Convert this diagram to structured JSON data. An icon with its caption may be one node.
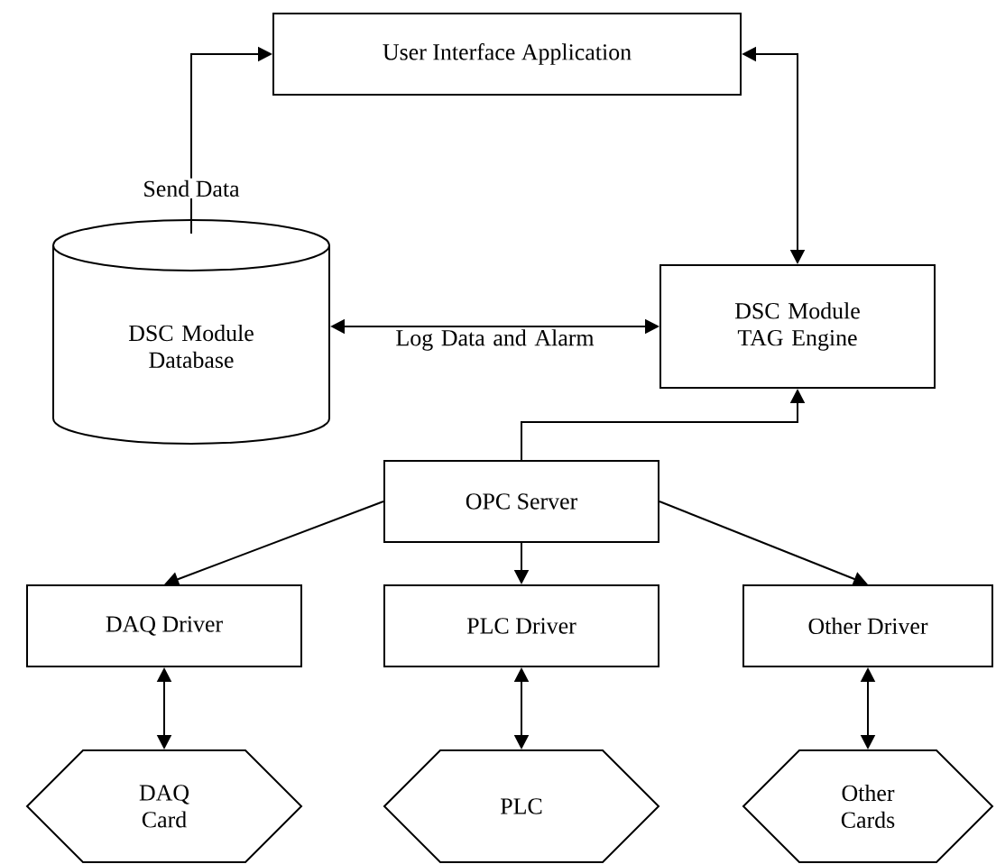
{
  "diagram": {
    "nodes": [
      {
        "text": [
          "User Interface Application"
        ]
      },
      {
        "text": [
          "DSC Module Database"
        ]
      },
      {
        "text": [
          "DSC Module TAG Engine"
        ]
      },
      {
        "text": [
          "OPC Server"
        ]
      },
      {
        "text": [
          "DAQ Driver"
        ]
      },
      {
        "text": [
          "PLC Driver"
        ]
      },
      {
        "text": [
          "Other Driver"
        ]
      },
      {
        "text": [
          "DAQ Card"
        ]
      },
      {
        "text": [
          "PLC"
        ]
      },
      {
        "text": [
          "Other Cards"
        ]
      }
    ],
    "edges": [
      {
        "from": 1,
        "to": 0,
        "arrow": "to",
        "label": "Send Data"
      },
      {
        "from": 0,
        "to": 2,
        "arrow": "both"
      },
      {
        "from": 1,
        "to": 2,
        "arrow": "both",
        "label": "Log Data and Alarm"
      },
      {
        "from": 3,
        "to": 2,
        "arrow": "to"
      },
      {
        "from": 3,
        "to": 4,
        "arrow": "to"
      },
      {
        "from": 3,
        "to": 5,
        "arrow": "to"
      },
      {
        "from": 3,
        "to": 6,
        "arrow": "to"
      },
      {
        "from": 4,
        "to": 7,
        "arrow": "both"
      },
      {
        "from": 5,
        "to": 8,
        "arrow": "both"
      },
      {
        "from": 6,
        "to": 9,
        "arrow": "both"
      }
    ]
  }
}
